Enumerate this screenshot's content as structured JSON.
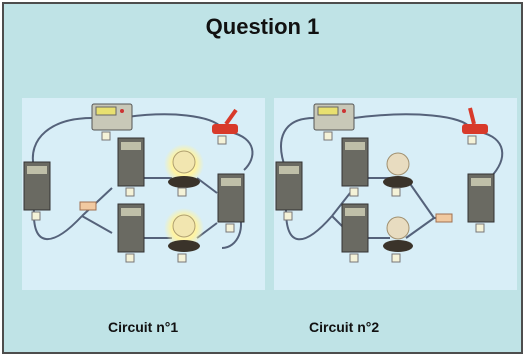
{
  "question_title": "Question 1",
  "circuits": [
    {
      "caption": "Circuit n°1"
    },
    {
      "caption": "Circuit n°2"
    }
  ],
  "colors": {
    "panel_background": "#bfe3e6",
    "panel_border": "#4d4d4d",
    "circuit_background": "#d8eef7",
    "wire": "#55627a",
    "bulb_glow": "#fff3a0",
    "switch": "#d83a2a"
  },
  "icons": [
    "multimeter-icon",
    "ammeter-icon",
    "bulb-icon",
    "switch-icon",
    "connector-icon"
  ]
}
